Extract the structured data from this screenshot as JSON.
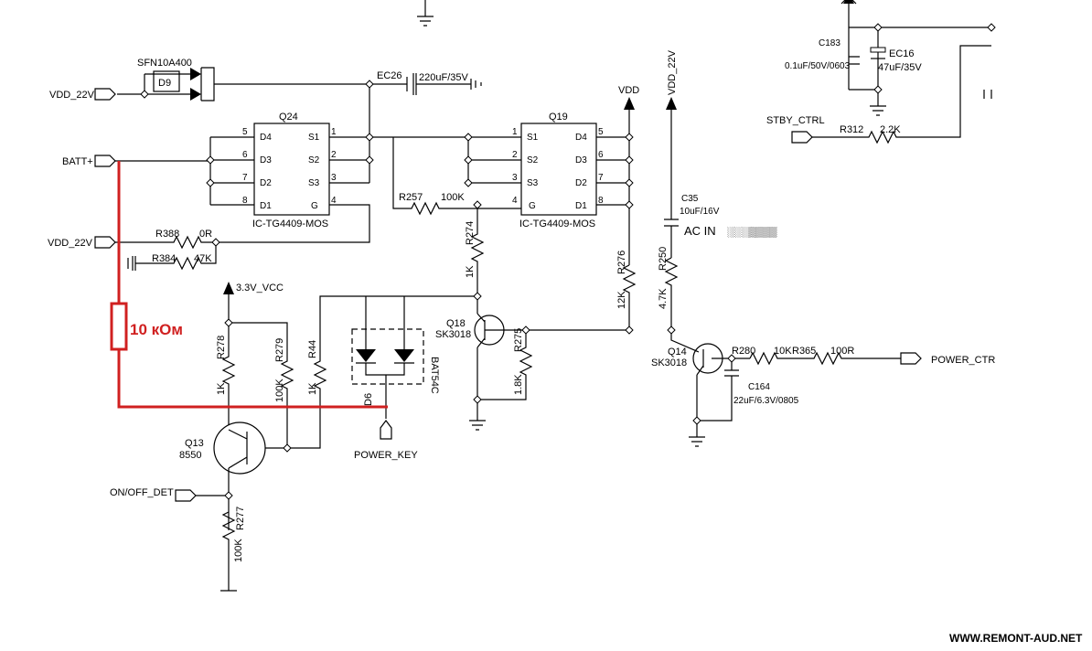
{
  "ports": {
    "vdd22v_top": "VDD_22V",
    "batt": "BATT+",
    "vdd22v_mid": "VDD_22V",
    "on_off_det": "ON/OFF_DET",
    "power_key": "POWER_KEY",
    "power_ctr": "POWER_CTR",
    "stby_ctrl": "STBY_CTRL"
  },
  "rails": {
    "vdd": "VDD",
    "vdd22v": "VDD_22V",
    "v33": "3.3V_VCC"
  },
  "components": {
    "d9": {
      "ref": "D9",
      "part": "SFN10A400"
    },
    "ec26": {
      "ref": "EC26",
      "value": "220uF/35V"
    },
    "q24": {
      "ref": "Q24",
      "part": "IC-TG4409-MOS",
      "left_pins": [
        {
          "num": "5",
          "name": "D4"
        },
        {
          "num": "6",
          "name": "D3"
        },
        {
          "num": "7",
          "name": "D2"
        },
        {
          "num": "8",
          "name": "D1"
        }
      ],
      "right_pins": [
        {
          "num": "1",
          "name": "S1"
        },
        {
          "num": "2",
          "name": "S2"
        },
        {
          "num": "3",
          "name": "S3"
        },
        {
          "num": "4",
          "name": "G"
        }
      ]
    },
    "q19": {
      "ref": "Q19",
      "part": "IC-TG4409-MOS",
      "left_pins": [
        {
          "num": "1",
          "name": "S1"
        },
        {
          "num": "2",
          "name": "S2"
        },
        {
          "num": "3",
          "name": "S3"
        },
        {
          "num": "4",
          "name": "G"
        }
      ],
      "right_pins": [
        {
          "num": "5",
          "name": "D4"
        },
        {
          "num": "6",
          "name": "D3"
        },
        {
          "num": "7",
          "name": "D2"
        },
        {
          "num": "8",
          "name": "D1"
        }
      ]
    },
    "r388": {
      "ref": "R388",
      "value": "0R"
    },
    "r384": {
      "ref": "R384",
      "value": "47K"
    },
    "r257": {
      "ref": "R257",
      "value": "100K"
    },
    "r274": {
      "ref": "R274",
      "value": "1K"
    },
    "r276": {
      "ref": "R276",
      "value": "12K"
    },
    "r250": {
      "ref": "R250",
      "value": "4.7K"
    },
    "c35": {
      "ref": "C35",
      "value": "10uF/16V"
    },
    "q18": {
      "ref": "Q18",
      "part": "SK3018"
    },
    "r275": {
      "ref": "R275",
      "value": "1.8K"
    },
    "q14": {
      "ref": "Q14",
      "part": "SK3018"
    },
    "r280": {
      "ref": "R280",
      "value": "10K"
    },
    "r365": {
      "ref": "R365",
      "value": "100R"
    },
    "c164": {
      "ref": "C164",
      "value": "22uF/6.3V/0805"
    },
    "r278": {
      "ref": "R278",
      "value": "1K"
    },
    "r279": {
      "ref": "R279",
      "value": "100K"
    },
    "r44": {
      "ref": "R44",
      "value": "1K"
    },
    "d6": {
      "ref": "D6",
      "part": "BAT54C"
    },
    "q13": {
      "ref": "Q13",
      "part": "8550"
    },
    "r277": {
      "ref": "R277",
      "value": "100K"
    },
    "c183": {
      "ref": "C183",
      "value": "0.1uF/50V/0603"
    },
    "ec16": {
      "ref": "EC16",
      "value": "47uF/35V"
    },
    "r312": {
      "ref": "R312",
      "value": "2.2K"
    }
  },
  "annotations": {
    "ac_in": "AC IN",
    "ac_in_garbled": "░░░▒▒▒▒",
    "added_resistor": "10 кОм"
  },
  "colors": {
    "annotation": "#d02020",
    "wire": "#000000"
  },
  "watermark": "WWW.REMONT-AUD.NET"
}
